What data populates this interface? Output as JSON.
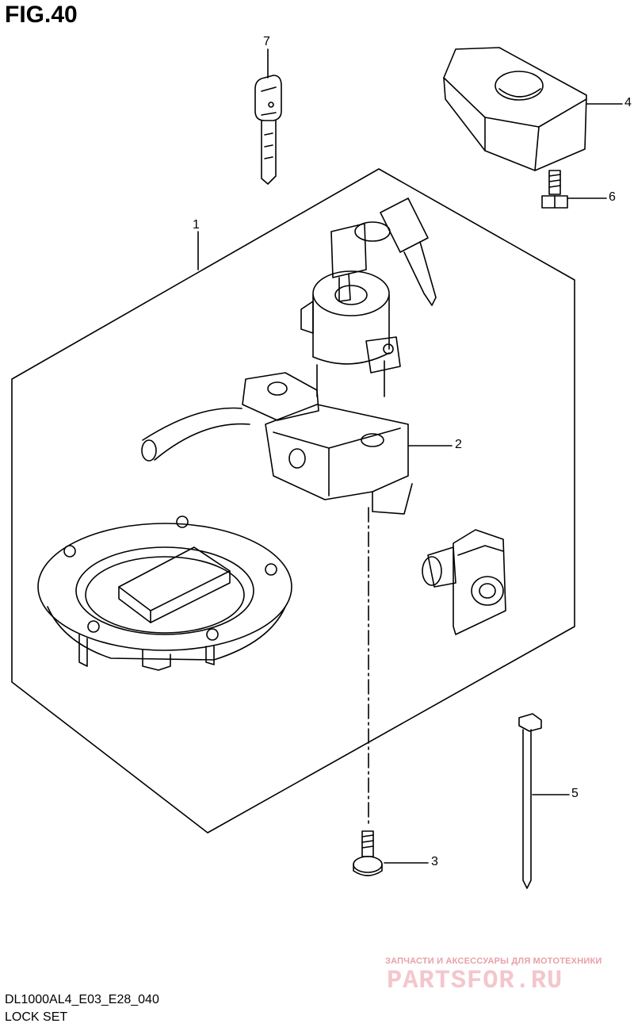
{
  "figure": {
    "title": "FIG.40"
  },
  "callouts": [
    "1",
    "2",
    "3",
    "4",
    "5",
    "6",
    "7"
  ],
  "watermark": {
    "tagline": "ЗАПЧАСТИ И АКСЕССУАРЫ ДЛЯ МОТОТЕХНИКИ",
    "brand": "PARTSFOR.RU"
  },
  "footer": {
    "model_code": "DL1000AL4_E03_E28_040",
    "section_name": "LOCK SET"
  }
}
